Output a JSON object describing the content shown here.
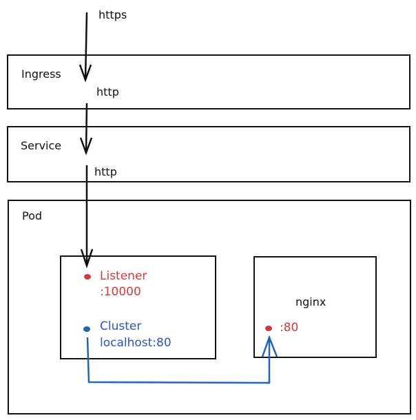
{
  "labels": {
    "https": "https",
    "ingress": "Ingress",
    "http1": "http",
    "service": "Service",
    "http2": "http",
    "pod": "Pod",
    "listener": "Listener",
    "listener_port": ":10000",
    "cluster": "Cluster",
    "cluster_addr": "localhost:80",
    "nginx": "nginx",
    "nginx_port": ":80"
  },
  "colors": {
    "red": "#d03a3a",
    "blue": "#1f66b5",
    "stroke": "#111111"
  }
}
